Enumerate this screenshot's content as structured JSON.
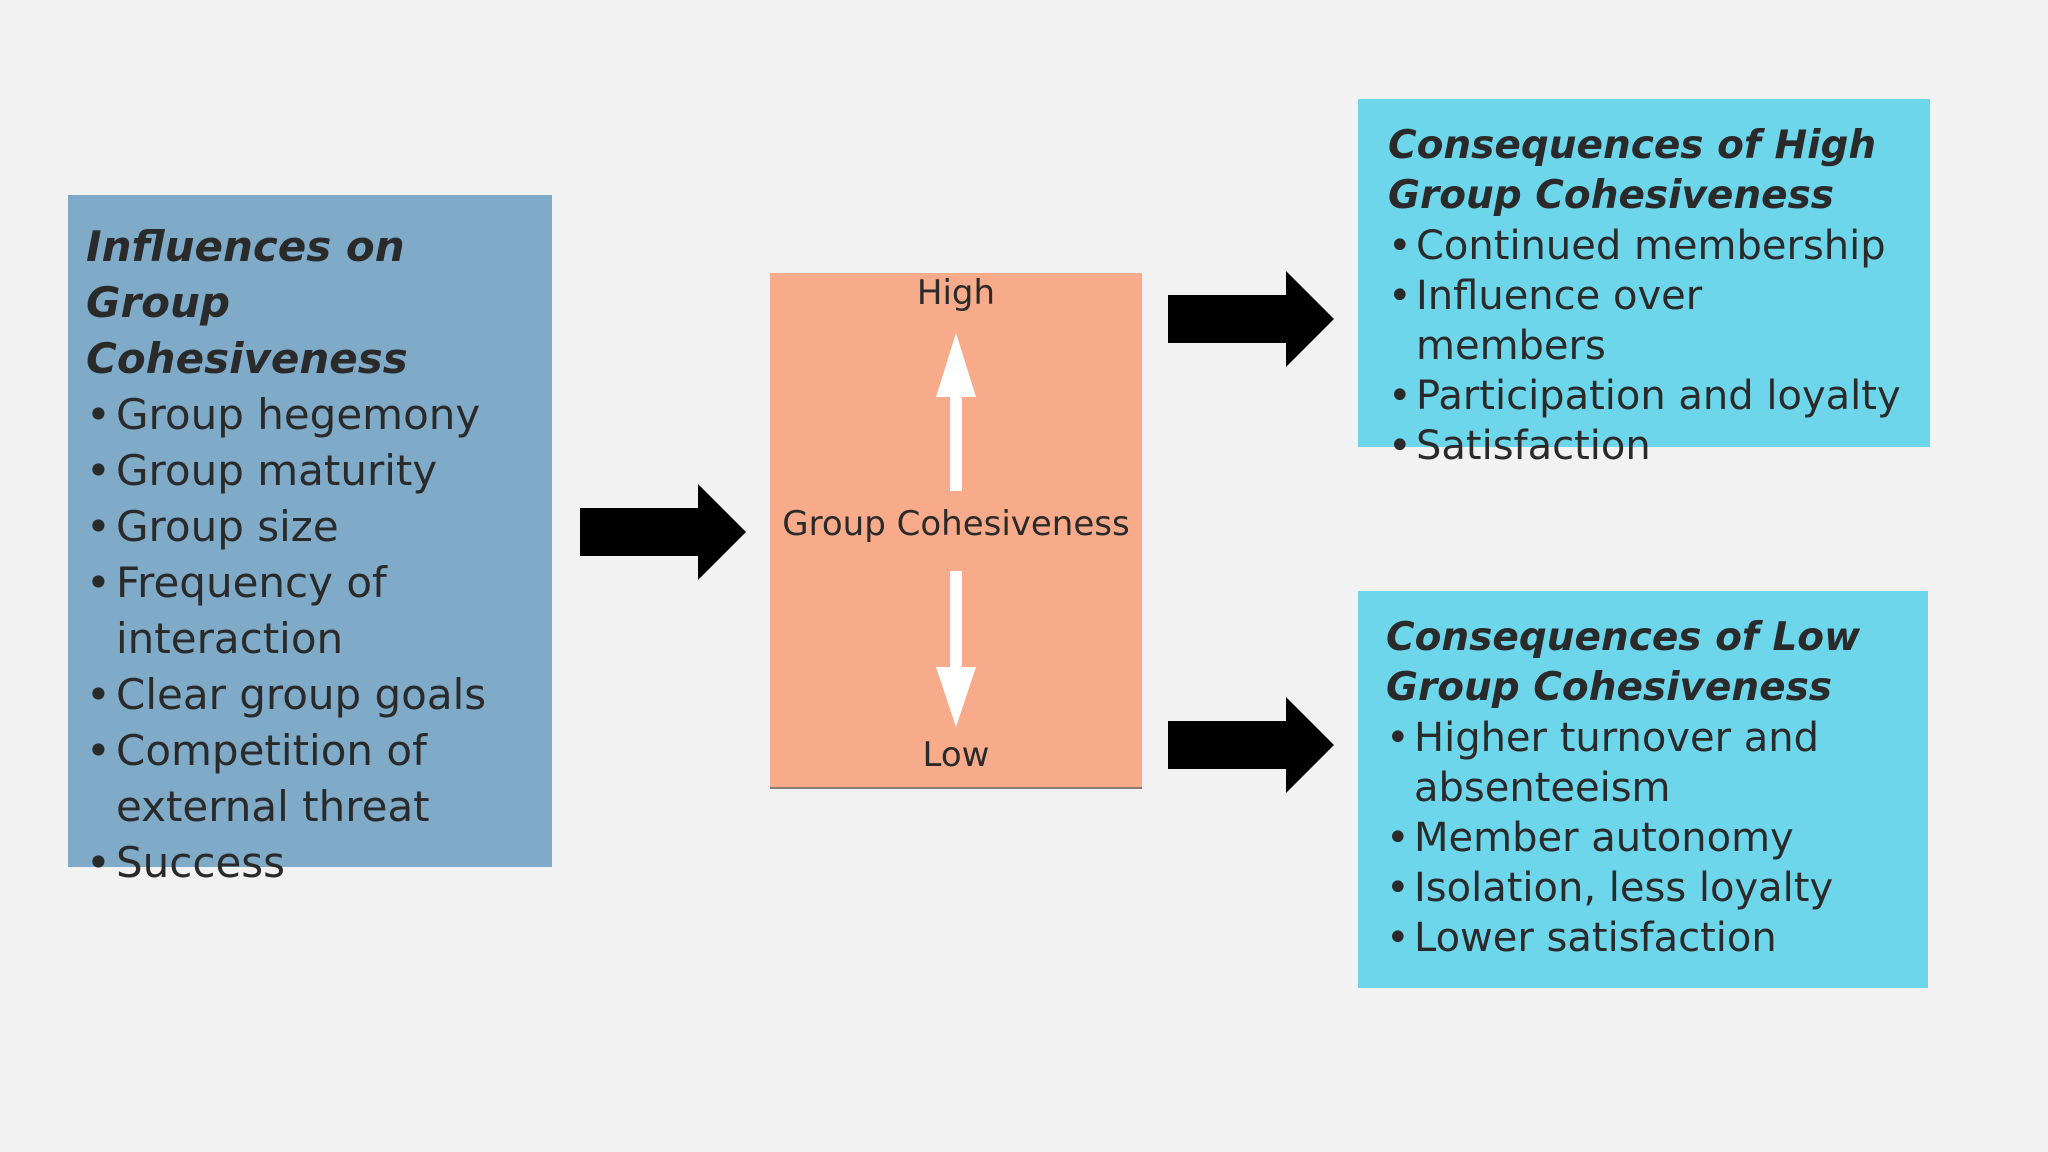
{
  "influences": {
    "title": "Influences on Group Cohesiveness",
    "items": [
      "Group hegemony",
      "Group maturity",
      "Group size",
      "Frequency of interaction",
      "Clear group goals",
      "Competition of external threat",
      "Success"
    ]
  },
  "center": {
    "high_label": "High",
    "center_label": "Group Cohesiveness",
    "low_label": "Low"
  },
  "high_consequences": {
    "title": "Consequences of High Group Cohesiveness",
    "items": [
      "Continued membership",
      "Influence over members",
      "Participation and loyalty",
      "Satisfaction"
    ]
  },
  "low_consequences": {
    "title": "Consequences of Low Group Cohesiveness",
    "items": [
      "Higher turnover and absenteeism",
      "Member autonomy",
      "Isolation, less loyalty",
      "Lower satisfaction"
    ]
  },
  "bullet_char": "•",
  "colors": {
    "influences_bg": "#7fabc9",
    "center_bg": "#f7ab8b",
    "consequences_bg": "#6dd6ea",
    "arrow": "#000000",
    "inner_arrow": "#ffffff"
  }
}
